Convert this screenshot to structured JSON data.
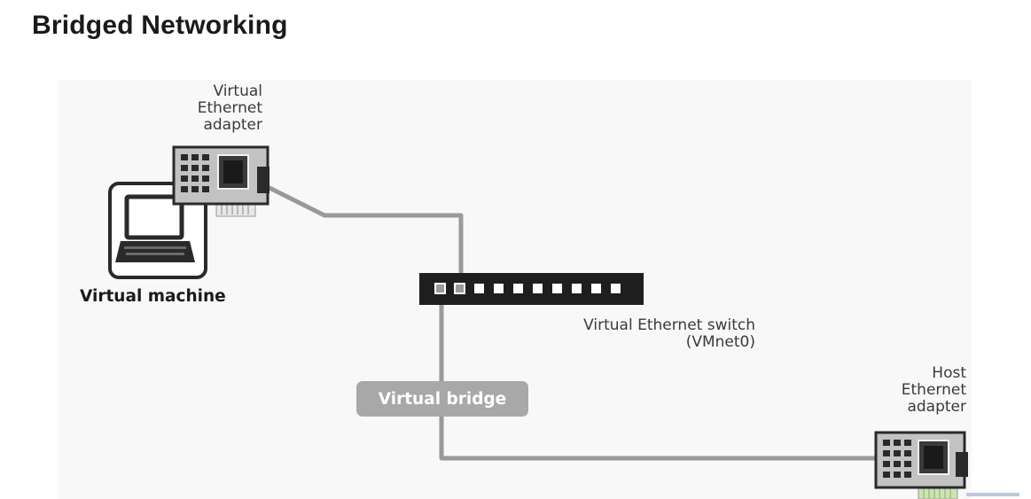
{
  "title": "Bridged Networking",
  "labels": {
    "vm_adapter": [
      "Virtual",
      "Ethernet",
      "adapter"
    ],
    "virtual_machine": "Virtual machine",
    "switch": [
      "Virtual Ethernet switch",
      "(VMnet0)"
    ],
    "bridge": "Virtual bridge",
    "host_adapter": [
      "Host",
      "Ethernet",
      "adapter"
    ]
  },
  "switch_ports": 10,
  "colors": {
    "wire": "#9a9a9a",
    "switch_body": "#1e1e1e",
    "badge": "#a8a8a8",
    "card": "#c2c2c2",
    "chip": "#2a2a2a"
  }
}
